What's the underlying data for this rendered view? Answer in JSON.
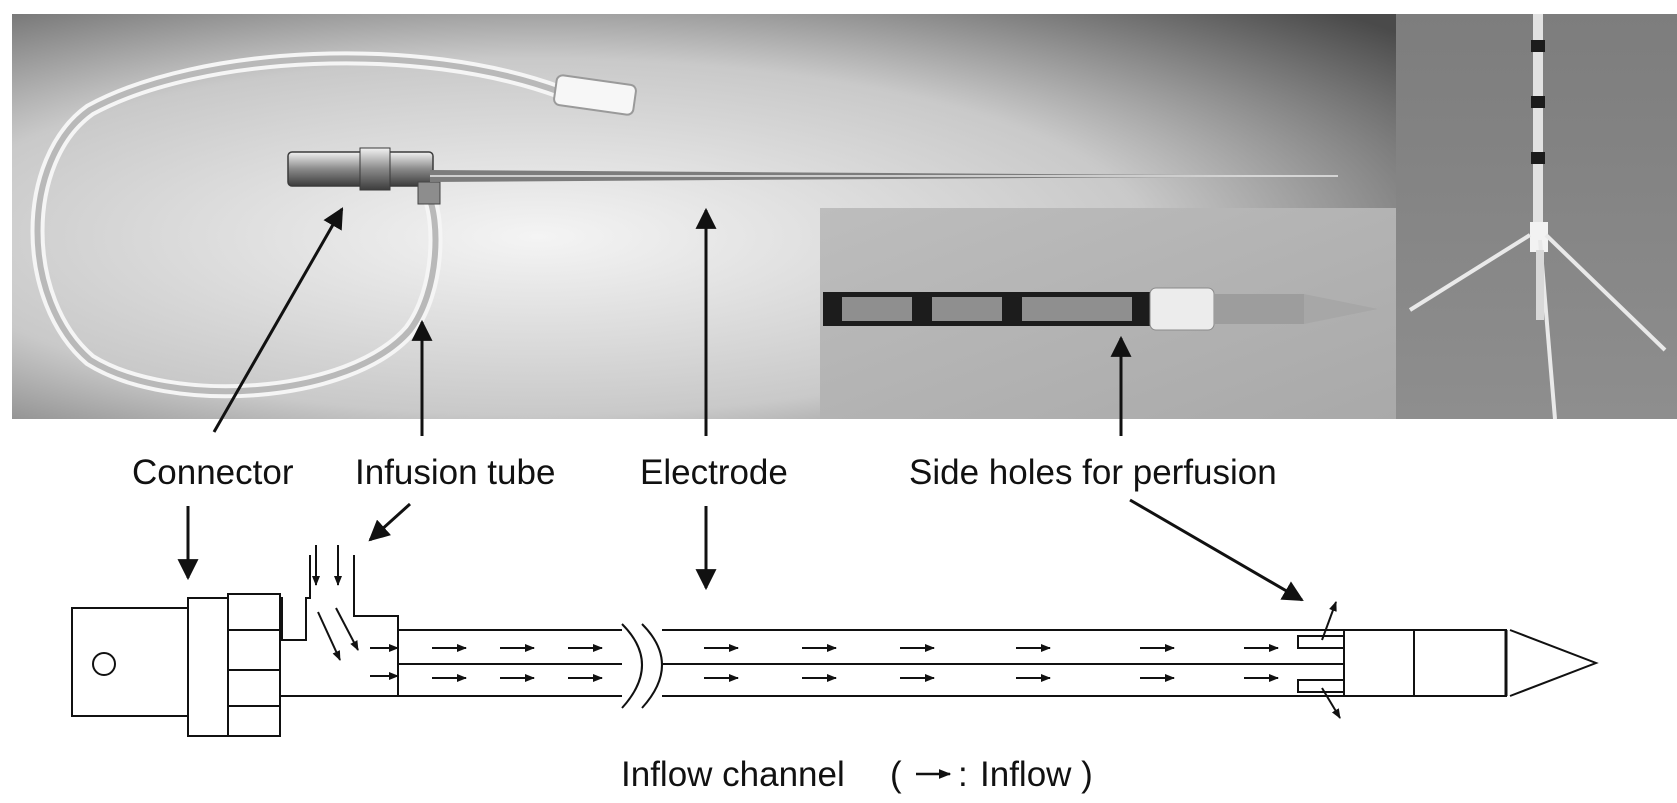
{
  "labels": {
    "connector": "Connector",
    "infusion_tube": "Infusion tube",
    "electrode": "Electrode",
    "side_holes": "Side holes for perfusion"
  },
  "legend": {
    "channel": "Inflow channel",
    "open_paren": "(",
    "colon": ":",
    "key": "Inflow )"
  },
  "colors": {
    "ink": "#111111",
    "paper": "#ffffff"
  }
}
